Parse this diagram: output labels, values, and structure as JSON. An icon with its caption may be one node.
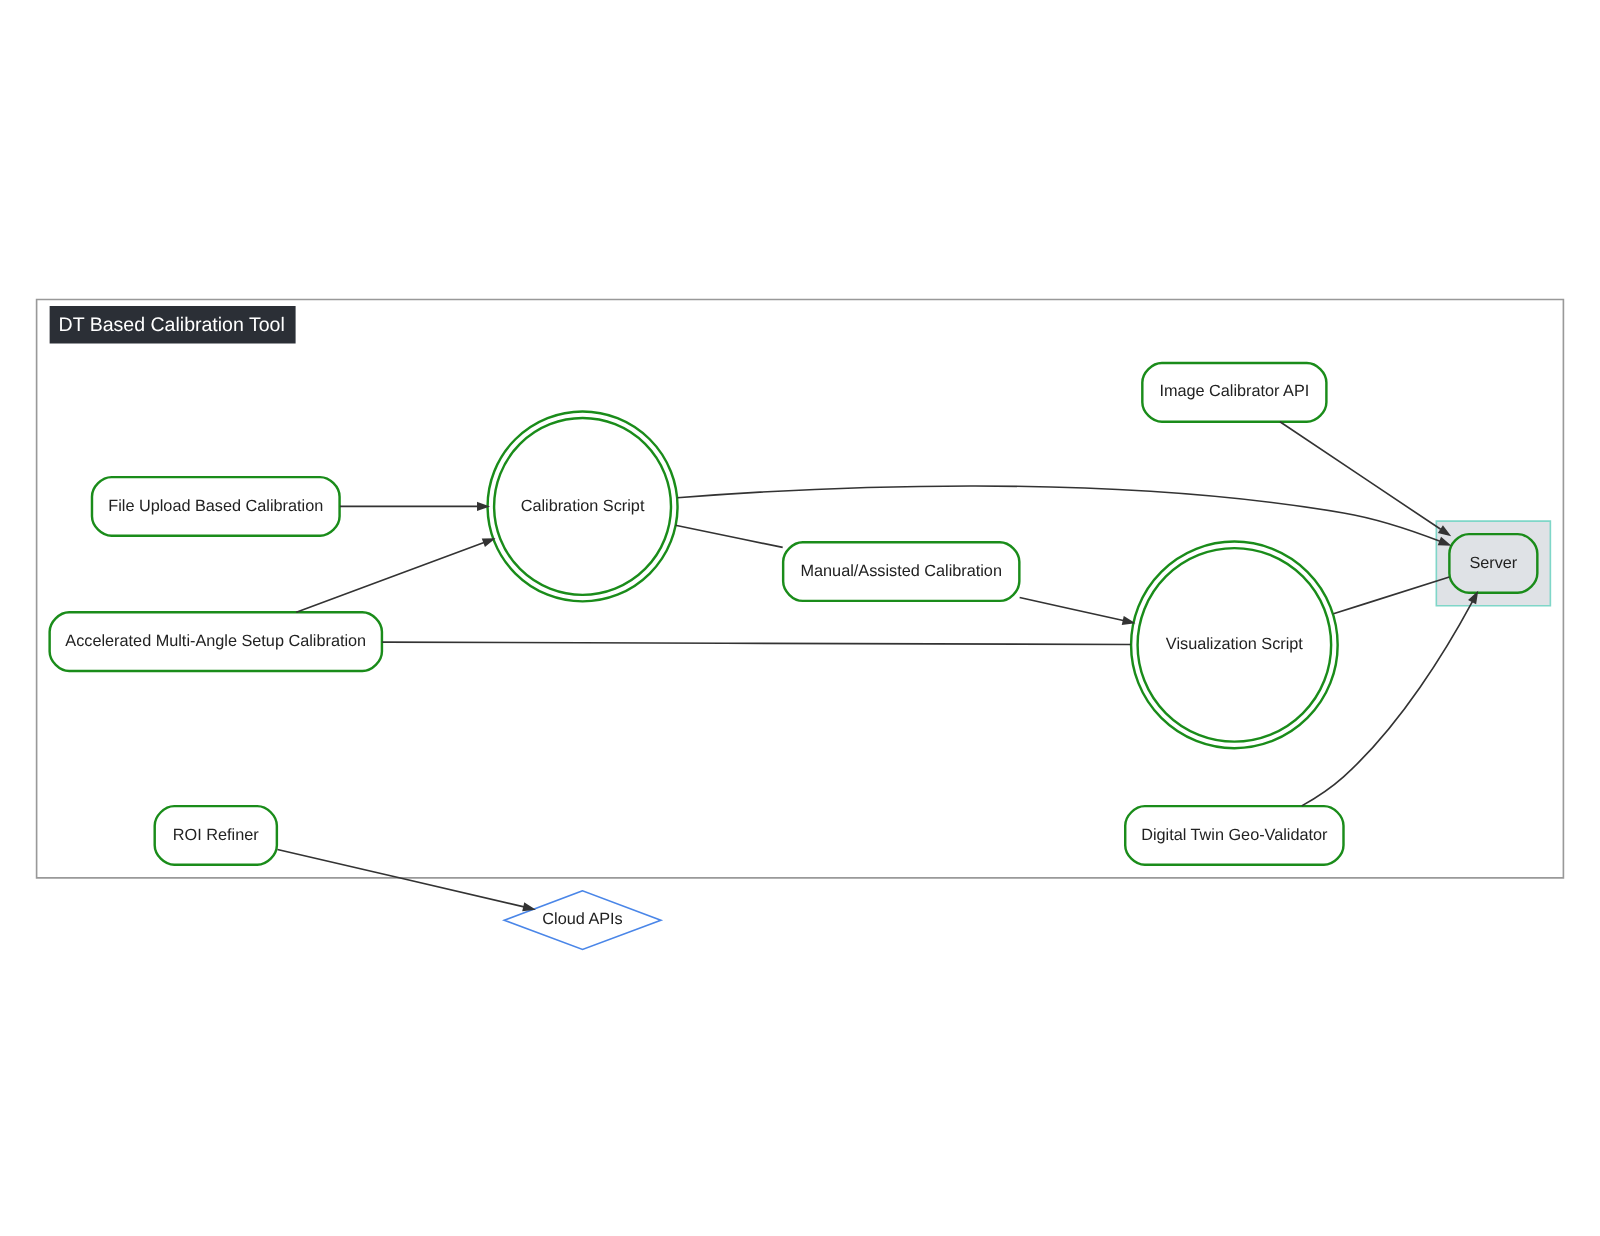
{
  "diagram": {
    "nodes": [
      {
        "text": [
          "DT Based Calibration Tool"
        ]
      },
      {
        "text": [
          "File Upload Based Calibration"
        ],
        "in": 0
      },
      {
        "text": [
          "Calibration Script"
        ],
        "in": 0
      },
      {
        "text": [],
        "shape": "box",
        "in": 0
      },
      {
        "text": [
          "Server"
        ],
        "in": 3
      },
      {
        "text": [
          "Image Calibrator API"
        ],
        "in": 0
      },
      {
        "text": [
          "ROI Refiner"
        ],
        "in": 0
      },
      {
        "text": [
          "Cloud APIs"
        ]
      },
      {
        "text": [
          "Manual/Assisted Calibration"
        ],
        "in": 0
      },
      {
        "text": [
          "Visualization Script"
        ],
        "in": 0
      },
      {
        "text": [
          "Accelerated Multi-Angle Setup Calibration"
        ],
        "in": 0
      },
      {
        "text": [
          "Digital Twin Geo-Validator"
        ],
        "in": 0
      }
    ],
    "edges": [
      {
        "from": 1,
        "to": 2,
        "arrow": "to"
      },
      {
        "from": 2,
        "to": 4,
        "arrow": "to"
      },
      {
        "from": 5,
        "to": 4,
        "arrow": "to"
      },
      {
        "from": 11,
        "to": 4,
        "arrow": "to"
      },
      {
        "from": 6,
        "to": 7,
        "arrow": "to"
      },
      {
        "from": 8,
        "to": 9,
        "arrow": "to"
      },
      {
        "from": 10,
        "to": 2,
        "arrow": "to"
      },
      {
        "from": 2,
        "to": 8,
        "arrow": "none"
      },
      {
        "from": 10,
        "to": 9,
        "arrow": "none"
      },
      {
        "from": 9,
        "to": 4,
        "arrow": "none"
      }
    ]
  }
}
